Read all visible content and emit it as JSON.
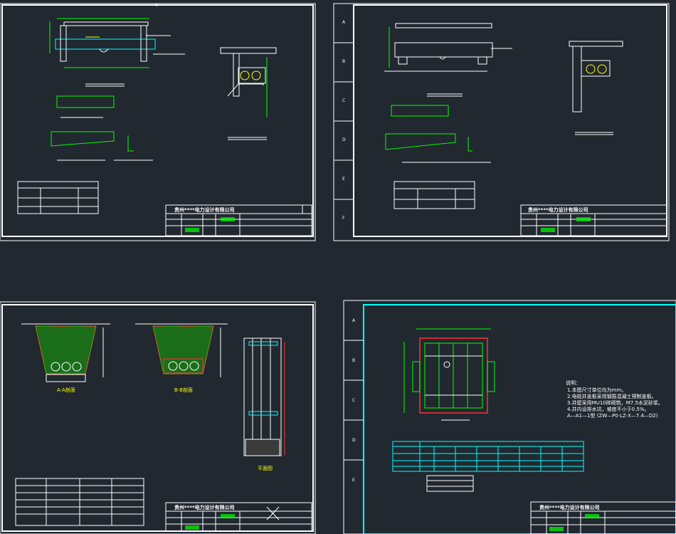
{
  "sheets": [
    {
      "id": "top-left",
      "company": "贵州****电力设计有限公司"
    },
    {
      "id": "top-right",
      "company": "贵州****电力设计有限公司"
    },
    {
      "id": "bottom-left",
      "company": "贵州****电力设计有限公司"
    },
    {
      "id": "bottom-right",
      "company": "贵州****电力设计有限公司"
    }
  ],
  "zones_right": [
    "A",
    "B",
    "C",
    "D",
    "E",
    "F"
  ],
  "zones_br": [
    "A",
    "B",
    "C",
    "D",
    "E"
  ],
  "section_labels": {
    "a": "A-A剖面",
    "b": "B-B剖面",
    "plan": "平面图"
  },
  "notes": {
    "heading": "说明：",
    "lines": [
      "1.本图尺寸单位均为mm。",
      "2.电缆井盖板采用钢筋混凝土预制盖板。",
      "3.井壁采用MU10砖砌筑，M7.5水泥砂浆。",
      "4.井内设排水坑，坡度不小于0.5%。",
      "A—A1—1型 (ZW—P0·LZ·X—7.4—D2)"
    ]
  },
  "colors": {
    "bg": "#212830",
    "frame": "#ffffff",
    "green": "#00ff00",
    "yellow": "#ffff00",
    "red": "#ff0000",
    "cyan": "#00ffff"
  }
}
